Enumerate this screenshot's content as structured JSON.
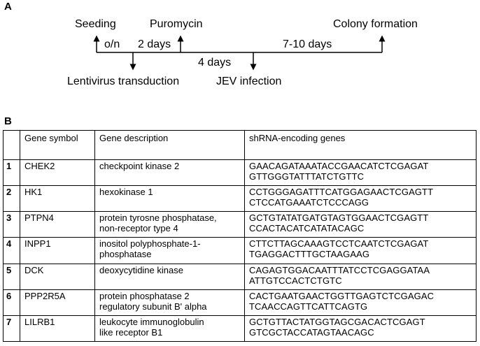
{
  "panel_a": {
    "label": "A",
    "stages": {
      "seeding": "Seeding",
      "puromycin": "Puromycin",
      "colony": "Colony formation",
      "lentivirus": "Lentivirus transduction",
      "jev": "JEV infection"
    },
    "durations": {
      "on": "o/n",
      "two_days": "2 days",
      "four_days": "4 days",
      "seven_ten": "7-10 days"
    }
  },
  "panel_b": {
    "label": "B",
    "headers": [
      "",
      "Gene symbol",
      "Gene description",
      "shRNA-encoding genes"
    ],
    "rows": [
      {
        "num": "1",
        "symbol": "CHEK2",
        "desc": [
          "checkpoint kinase 2",
          ""
        ],
        "seq": [
          "GAACAGATAAATACCGAACATCTCGAGAT",
          "GTTGGGTATTTATCTGTTC"
        ]
      },
      {
        "num": "2",
        "symbol": "HK1",
        "desc": [
          "hexokinase 1",
          ""
        ],
        "seq": [
          "CCTGGGAGATTTCATGGAGAACTCGAGTT",
          "CTCCATGAAATCTCCCAGG"
        ]
      },
      {
        "num": "3",
        "symbol": "PTPN4",
        "desc": [
          "protein tyrosne phosphatase,",
          "non-receptor type 4"
        ],
        "seq": [
          "GCTGTATATGATGTAGTGGAACTCGAGTT",
          "CCACTACATCATATACAGC"
        ]
      },
      {
        "num": "4",
        "symbol": "INPP1",
        "desc": [
          "inositol polyphosphate-1-",
          "phosphatase"
        ],
        "seq": [
          "CTTCTTAGCAAAGTCCTCAATCTCGAGAT",
          "TGAGGACTTTGCTAAGAAG"
        ]
      },
      {
        "num": "5",
        "symbol": "DCK",
        "desc": [
          "deoxycytidine kinase",
          ""
        ],
        "seq": [
          "CAGAGTGGACAATTTATCCTCGAGGATAA",
          "ATTGTCCACTCTGTC"
        ]
      },
      {
        "num": "6",
        "symbol": "PPP2R5A",
        "desc": [
          "protein phosphatase 2",
          "regulatory subunit B' alpha"
        ],
        "seq": [
          "CACTGAATGAACTGGTTGAGTCTCGAGAC",
          "TCAACCAGTTCATTCAGTG"
        ]
      },
      {
        "num": "7",
        "symbol": "LILRB1",
        "desc": [
          "leukocyte immunoglobulin",
          "like receptor B1"
        ],
        "seq": [
          "GCTGTTACTATGGTAGCGACACTCGAGT",
          "GTCGCTACCATAGTAACAGC"
        ]
      }
    ]
  }
}
